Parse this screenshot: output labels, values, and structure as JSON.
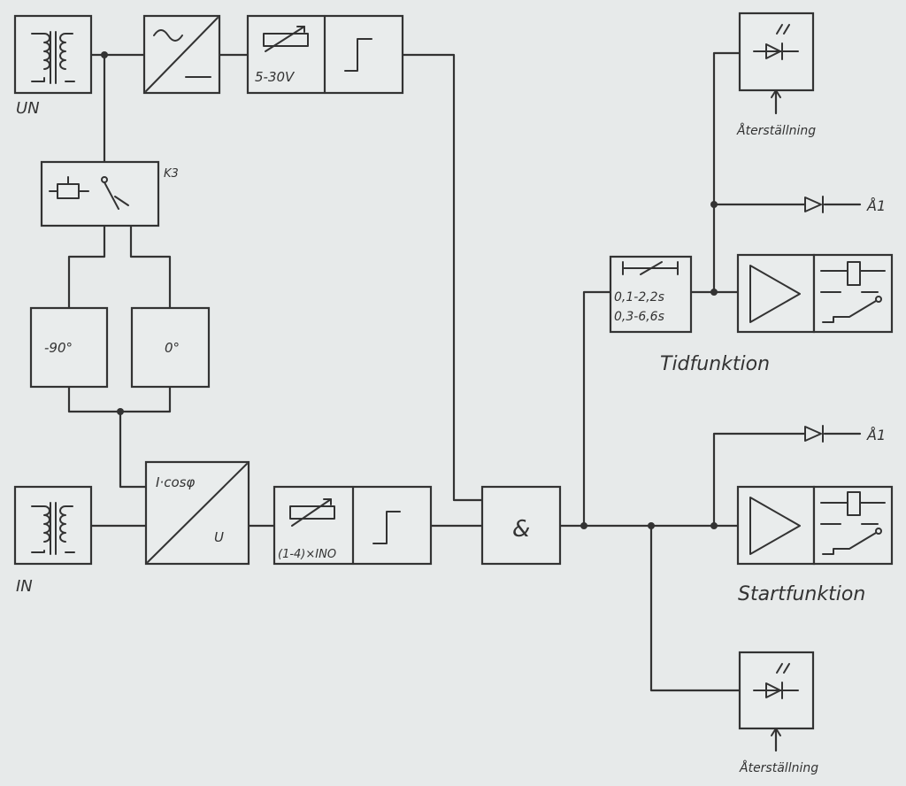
{
  "labels": {
    "un": "UN",
    "in": "IN",
    "k3": "K3",
    "voltage_range": "5-30V",
    "phase_minus90": "-90°",
    "phase_0": "0°",
    "icos_top": "I·cosφ",
    "icos_bottom": "U",
    "current_range": "(1-4)×INO",
    "and_gate": "&",
    "time_range_1": "0,1-2,2s",
    "time_range_2": "0,3-6,6s",
    "tid_title": "Tidfunktion",
    "start_title": "Startfunktion",
    "reset_top": "Återställning",
    "reset_bottom": "Återställning",
    "a1_top": "Å1",
    "a1_bottom": "Å1"
  },
  "colors": {
    "line": "#333333",
    "background": "#e7eaea",
    "box_fill": "#e9ecec"
  }
}
